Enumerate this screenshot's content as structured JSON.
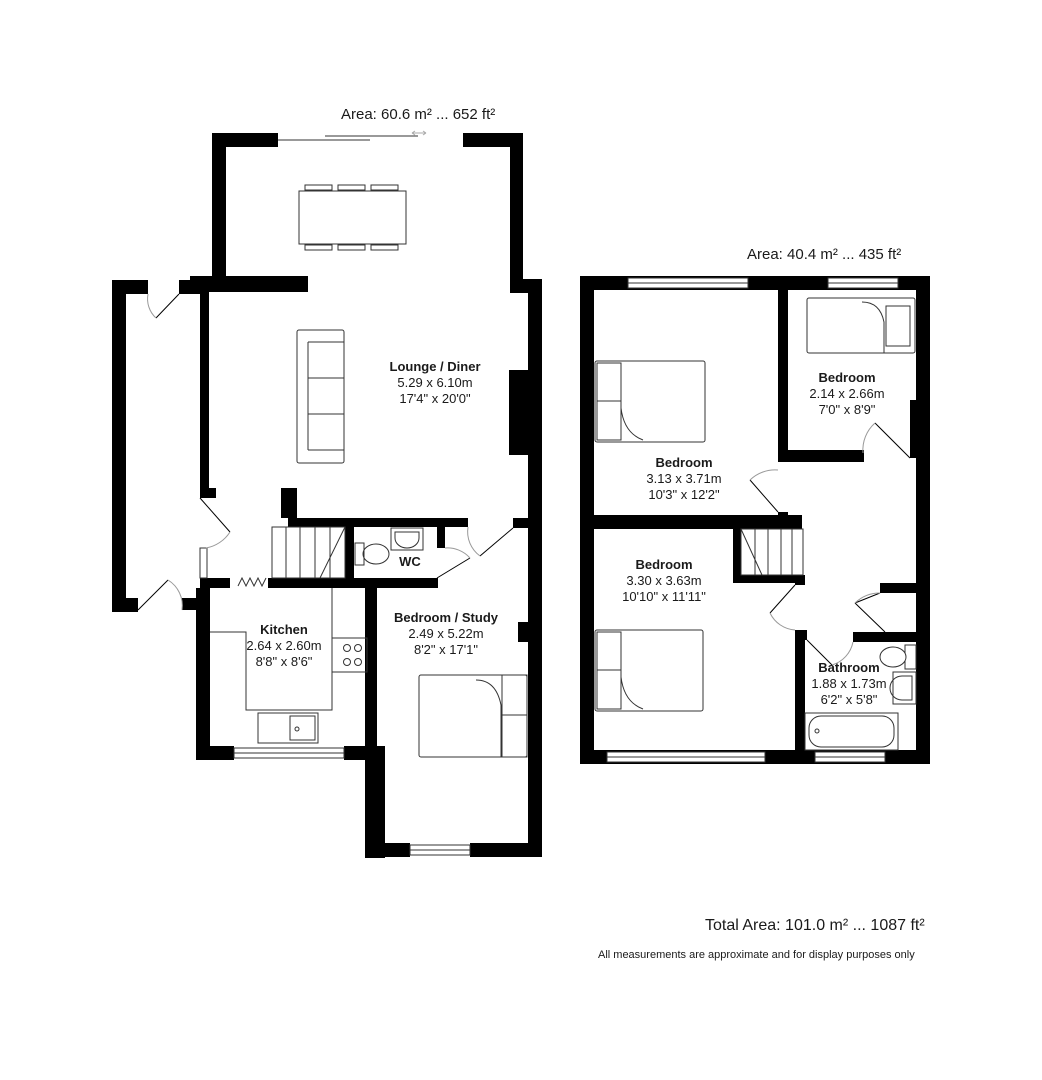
{
  "ground_floor": {
    "area_label": "Area: 60.6 m² ... 652 ft²",
    "rooms": [
      {
        "name": "Lounge / Diner",
        "metric": "5.29 x 6.10m",
        "imperial": "17'4\" x 20'0\""
      },
      {
        "name": "WC",
        "metric": "",
        "imperial": ""
      },
      {
        "name": "Kitchen",
        "metric": "2.64 x 2.60m",
        "imperial": "8'8\" x 8'6\""
      },
      {
        "name": "Bedroom / Study",
        "metric": "2.49 x 5.22m",
        "imperial": "8'2\" x 17'1\""
      }
    ]
  },
  "first_floor": {
    "area_label": "Area: 40.4 m² ... 435 ft²",
    "rooms": [
      {
        "name": "Bedroom",
        "metric": "2.14 x 2.66m",
        "imperial": "7'0\" x 8'9\""
      },
      {
        "name": "Bedroom",
        "metric": "3.13 x 3.71m",
        "imperial": "10'3\" x 12'2\""
      },
      {
        "name": "Bedroom",
        "metric": "3.30 x 3.63m",
        "imperial": "10'10\" x 11'11\""
      },
      {
        "name": "Bathroom",
        "metric": "1.88 x 1.73m",
        "imperial": "6'2\" x 5'8\""
      }
    ]
  },
  "total_area_label": "Total Area: 101.0 m² ... 1087 ft²",
  "disclaimer": "All measurements are approximate and for display purposes only",
  "colors": {
    "wall": "#000000",
    "fixture": "#333333",
    "door_arc": "#999999",
    "background": "#ffffff"
  }
}
